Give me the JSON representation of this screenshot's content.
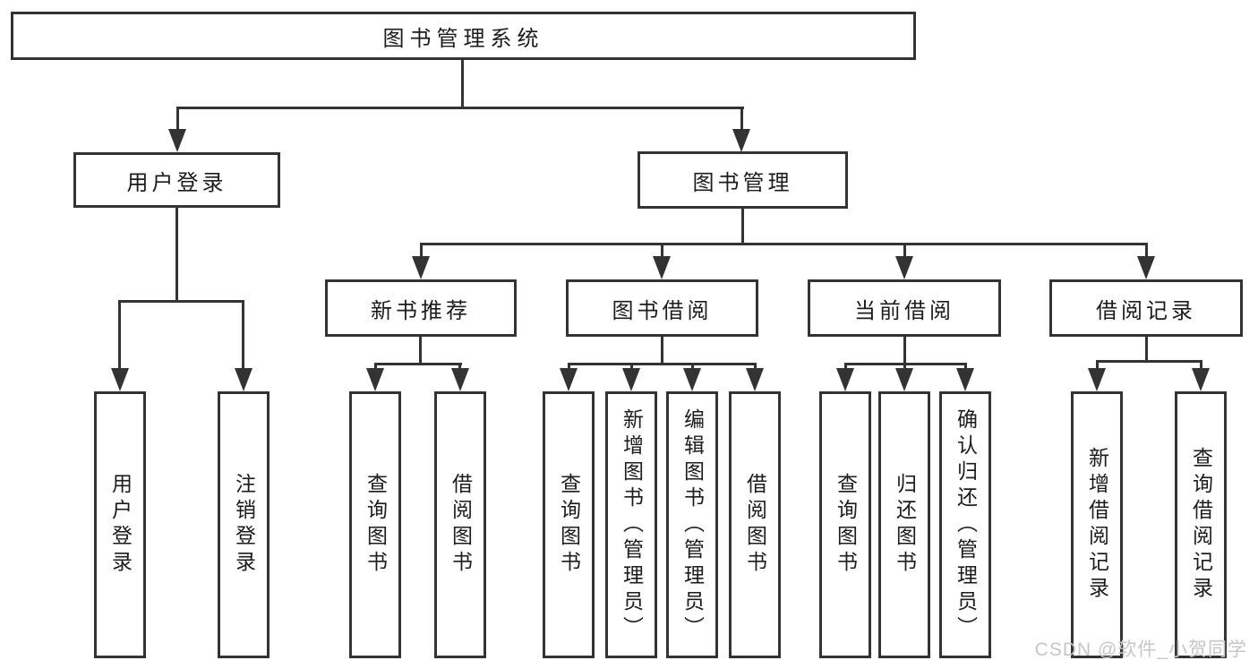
{
  "tree": {
    "root": "图书管理系统",
    "branches": [
      {
        "label": "用户登录",
        "leaves": [
          "用户登录",
          "注销登录"
        ]
      },
      {
        "label": "图书管理",
        "children": [
          {
            "label": "新书推荐",
            "leaves": [
              "查询图书",
              "借阅图书"
            ]
          },
          {
            "label": "图书借阅",
            "leaves": [
              "查询图书",
              "新增图书（管理员）",
              "编辑图书（管理员）",
              "借阅图书"
            ]
          },
          {
            "label": "当前借阅",
            "leaves": [
              "查询图书",
              "归还图书",
              "确认归还（管理员）"
            ]
          },
          {
            "label": "借阅记录",
            "leaves": [
              "新增借阅记录",
              "查询借阅记录"
            ]
          }
        ]
      }
    ]
  },
  "watermark": "CSDN @软件_小贺同学",
  "colors": {
    "line": "#333333",
    "text": "#1c1c1c",
    "background": "#ffffff",
    "watermark": "#c6c6c6"
  }
}
